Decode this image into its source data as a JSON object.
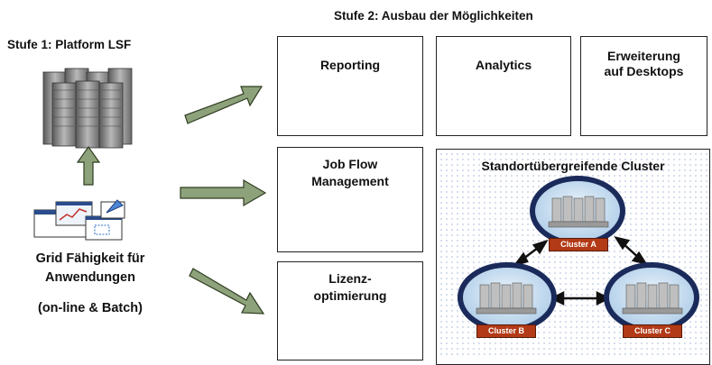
{
  "stage1": {
    "title": "Stufe 1: Platform LSF",
    "grid_line1": "Grid Fähigkeit für",
    "grid_line2": "Anwendungen",
    "grid_line3": "(on-line & Batch)"
  },
  "stage2": {
    "title": "Stufe 2: Ausbau der Möglichkeiten",
    "reporting": "Reporting",
    "analytics": "Analytics",
    "desktops_line1": "Erweiterung",
    "desktops_line2": "auf Desktops",
    "jobflow_line1": "Job Flow",
    "jobflow_line2": "Management",
    "license_line1": "Lizenz-",
    "license_line2": "optimierung",
    "clusters_title": "Standortübergreifende Cluster",
    "cluster_a": "Cluster A",
    "cluster_b": "Cluster B",
    "cluster_c": "Cluster C"
  },
  "colors": {
    "arrow_fill": "#8da27a",
    "arrow_stroke": "#2f3d22",
    "cluster_label": "#b23a17",
    "cluster_ring": "#1a2a5a",
    "cluster_inner": "#cfe3f3"
  }
}
